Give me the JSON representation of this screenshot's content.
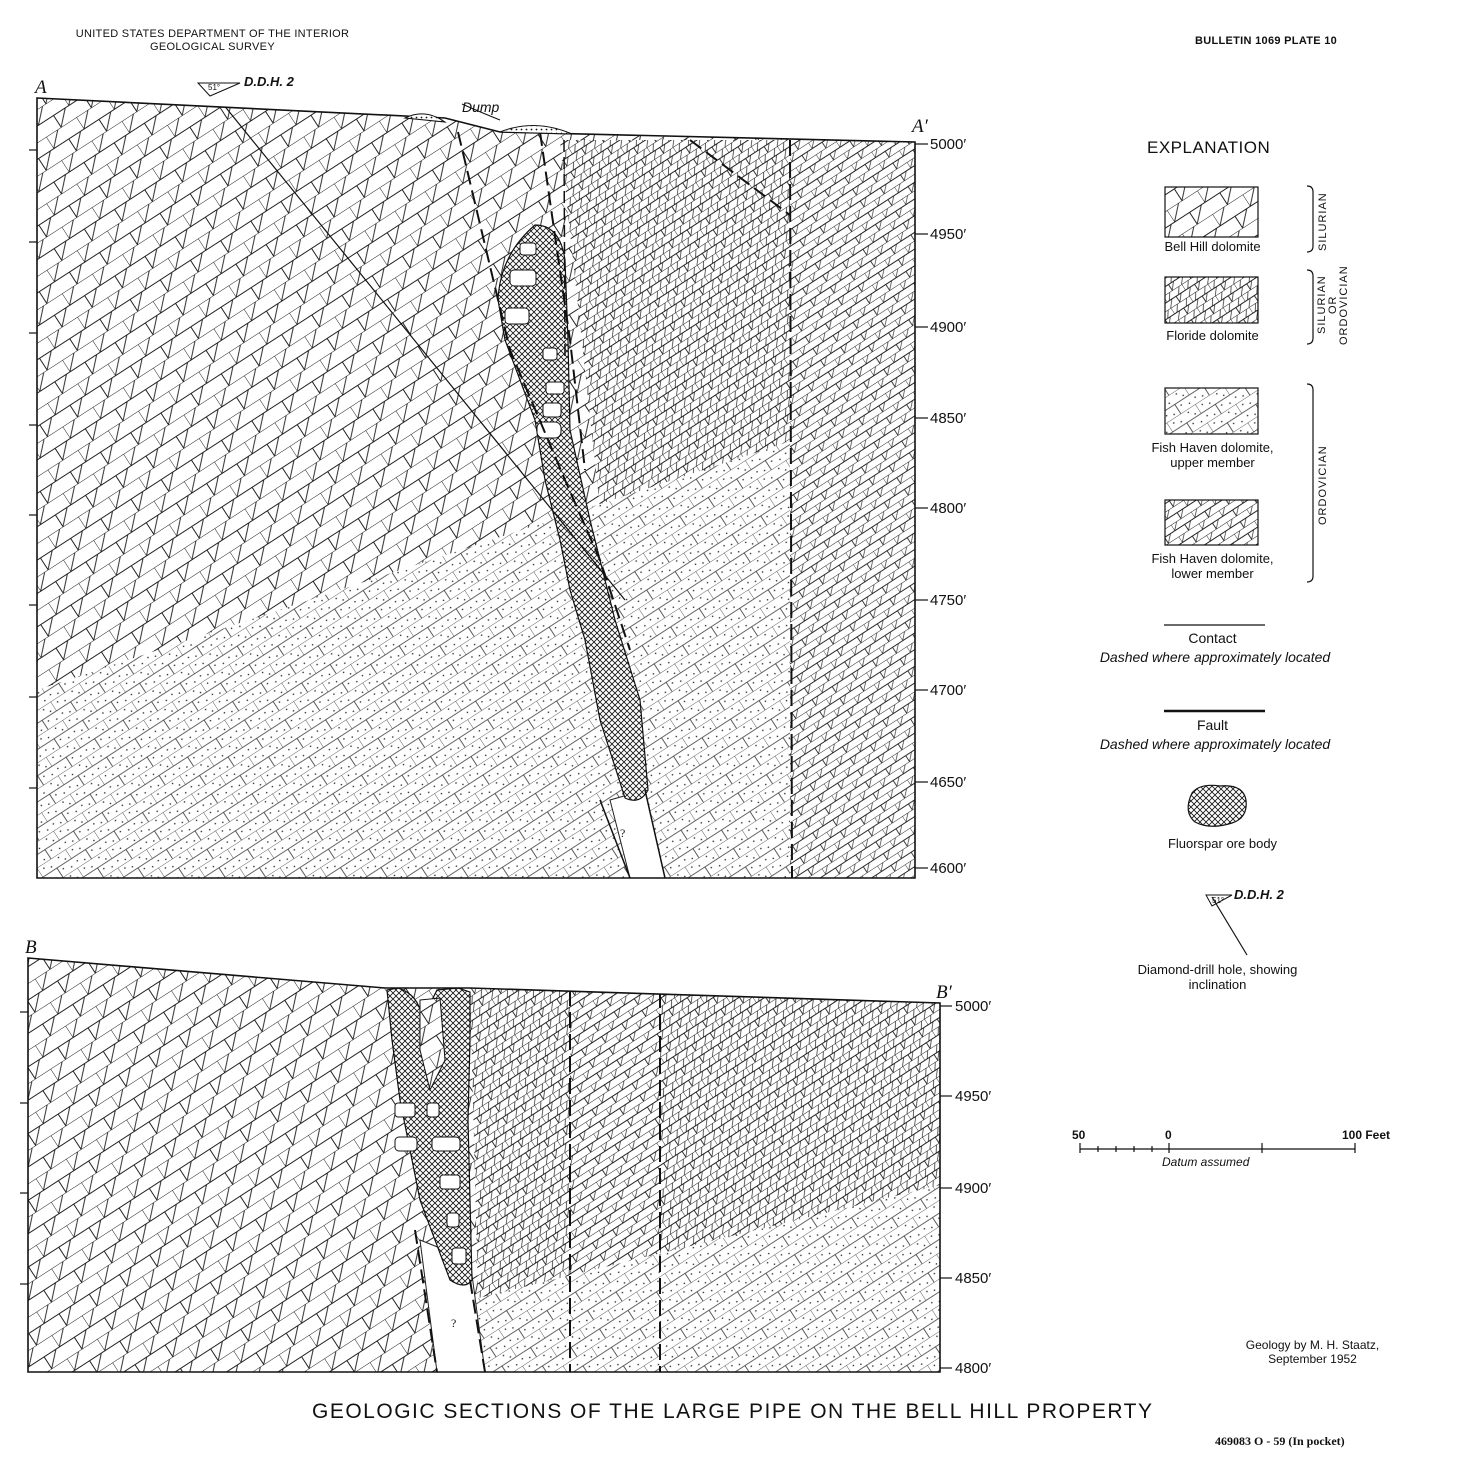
{
  "header": {
    "agency_line1": "UNITED STATES DEPARTMENT OF THE INTERIOR",
    "agency_line2": "GEOLOGICAL SURVEY",
    "bulletin": "BULLETIN 1069  PLATE 10"
  },
  "section_a": {
    "left_label": "A",
    "right_label": "A′",
    "dump_label": "Dump",
    "ddh_label": "D.D.H. 2",
    "ddh_angle": "51°",
    "unknown_mark": "?",
    "elevations": [
      "5000′",
      "4950′",
      "4900′",
      "4850′",
      "4800′",
      "4750′",
      "4700′",
      "4650′",
      "4600′"
    ]
  },
  "section_b": {
    "left_label": "B",
    "right_label": "B′",
    "unknown_mark": "?",
    "elevations": [
      "5000′",
      "4950′",
      "4900′",
      "4850′",
      "4800′"
    ]
  },
  "explanation": {
    "title": "EXPLANATION",
    "units": [
      {
        "label": "Bell Hill dolomite"
      },
      {
        "label": "Floride dolomite"
      },
      {
        "label_line1": "Fish Haven dolomite,",
        "label_line2": "upper member"
      },
      {
        "label_line1": "Fish Haven dolomite,",
        "label_line2": "lower member"
      }
    ],
    "age_silurian": "SILURIAN",
    "age_ord_or_sil": [
      "ORDOVICIAN",
      "OR",
      "SILURIAN"
    ],
    "age_ordovician": "ORDOVICIAN",
    "contact": {
      "label": "Contact",
      "note": "Dashed where approximately located"
    },
    "fault": {
      "label": "Fault",
      "note": "Dashed where approximately located"
    },
    "ore_body": "Fluorspar ore body",
    "ddh": {
      "label": "D.D.H. 2",
      "angle": "51°",
      "caption_line1": "Diamond-drill hole, showing",
      "caption_line2": "inclination"
    },
    "scale": {
      "left": "50",
      "zero": "0",
      "right": "100 Feet",
      "note": "Datum assumed"
    }
  },
  "credit": {
    "line1": "Geology by M. H. Staatz,",
    "line2": "September 1952"
  },
  "title": "GEOLOGIC SECTIONS OF THE LARGE PIPE ON THE BELL HILL PROPERTY",
  "footer_code": "469083 O - 59 (In pocket)"
}
